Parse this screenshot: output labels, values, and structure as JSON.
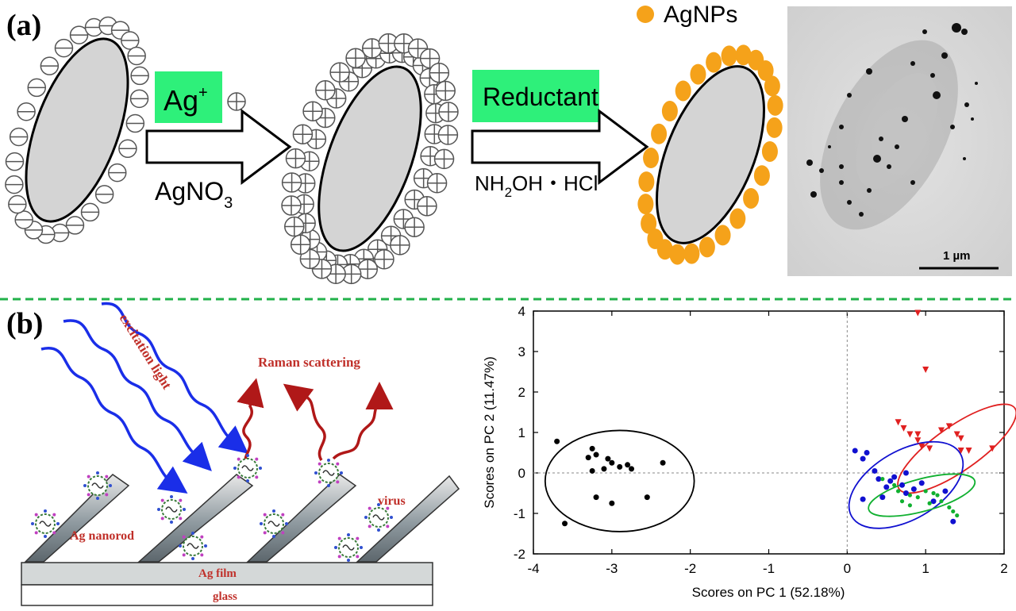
{
  "panel_a": {
    "label": "(a)",
    "ag_label": "Ag",
    "ag_sup": "+",
    "agno3_label": "AgNO",
    "agno3_sub": "3",
    "reductant_label": "Reductant",
    "nh2oh_a": "NH",
    "nh2oh_sub": "2",
    "nh2oh_b": "OH・HCl",
    "agnps_label": "AgNPs",
    "scale_bar": "1 µm",
    "colors": {
      "green_box": "#2ef07a",
      "agnp": "#f5a21a",
      "cell": "#d4d4d4"
    }
  },
  "panel_b": {
    "label": "(b)",
    "excitation": "excitation light",
    "raman": "Raman scattering",
    "virus": "virus",
    "nanorod": "Ag nanorod",
    "film": "Ag film",
    "glass": "glass",
    "colors": {
      "excitation": "#1a2ee8",
      "raman": "#b01818",
      "divider": "#22b24a"
    }
  },
  "chart_data": {
    "type": "scatter",
    "title": "",
    "xlabel": "Scores on PC 1 (52.18%)",
    "ylabel": "Scores on PC 2 (11.47%)",
    "xlim": [
      -4,
      2
    ],
    "ylim": [
      -2,
      4
    ],
    "xticks": [
      "-4",
      "-3",
      "-2",
      "-1",
      "0",
      "1",
      "2"
    ],
    "yticks": [
      "-2",
      "-1",
      "0",
      "1",
      "2",
      "3",
      "4"
    ],
    "grid": false,
    "series": [
      {
        "color": "#000000",
        "marker": "circle",
        "points": [
          [
            -3.7,
            0.78
          ],
          [
            -3.3,
            0.38
          ],
          [
            -3.2,
            0.45
          ],
          [
            -3.25,
            0.6
          ],
          [
            -3.05,
            0.35
          ],
          [
            -3.0,
            0.25
          ],
          [
            -2.9,
            0.15
          ],
          [
            -2.8,
            0.2
          ],
          [
            -2.75,
            0.1
          ],
          [
            -3.25,
            0.05
          ],
          [
            -3.2,
            -0.6
          ],
          [
            -3.0,
            -0.75
          ],
          [
            -2.55,
            -0.6
          ],
          [
            -2.35,
            0.25
          ],
          [
            -3.6,
            -1.25
          ],
          [
            -3.1,
            0.1
          ]
        ],
        "ellipse": {
          "cx": -2.9,
          "cy": -0.2,
          "rx": 0.95,
          "ry": 1.25,
          "angle": 0
        }
      },
      {
        "color": "#e02020",
        "marker": "triangle-down",
        "points": [
          [
            0.9,
            3.95
          ],
          [
            1.0,
            2.55
          ],
          [
            0.65,
            1.25
          ],
          [
            0.72,
            1.1
          ],
          [
            0.8,
            0.95
          ],
          [
            0.9,
            0.95
          ],
          [
            0.9,
            0.8
          ],
          [
            0.95,
            0.65
          ],
          [
            1.05,
            0.6
          ],
          [
            1.2,
            1.05
          ],
          [
            1.3,
            1.15
          ],
          [
            1.4,
            0.95
          ],
          [
            1.45,
            0.85
          ],
          [
            1.55,
            0.55
          ],
          [
            1.85,
            0.6
          ],
          [
            1.45,
            0.55
          ]
        ],
        "ellipse": {
          "cx": 1.4,
          "cy": 0.6,
          "rx": 0.9,
          "ry": 0.55,
          "angle": -35
        }
      },
      {
        "color": "#1010d0",
        "marker": "circle",
        "points": [
          [
            0.1,
            0.55
          ],
          [
            0.25,
            0.5
          ],
          [
            0.2,
            0.35
          ],
          [
            0.35,
            0.05
          ],
          [
            0.4,
            -0.15
          ],
          [
            0.5,
            -0.35
          ],
          [
            0.45,
            -0.6
          ],
          [
            0.55,
            -0.2
          ],
          [
            0.6,
            -0.1
          ],
          [
            0.7,
            -0.3
          ],
          [
            0.75,
            -0.5
          ],
          [
            0.85,
            -0.4
          ],
          [
            0.95,
            -0.25
          ],
          [
            0.75,
            0.0
          ],
          [
            1.25,
            -0.45
          ],
          [
            1.35,
            -1.2
          ],
          [
            1.1,
            -0.7
          ],
          [
            0.2,
            -0.65
          ]
        ],
        "ellipse": {
          "cx": 0.75,
          "cy": -0.3,
          "rx": 0.8,
          "ry": 0.85,
          "angle": -30
        }
      },
      {
        "color": "#10b030",
        "marker": "circle",
        "points": [
          [
            0.45,
            -0.15
          ],
          [
            0.6,
            -0.3
          ],
          [
            0.65,
            -0.45
          ],
          [
            0.8,
            -0.55
          ],
          [
            0.9,
            -0.6
          ],
          [
            1.0,
            -0.45
          ],
          [
            1.05,
            -0.75
          ],
          [
            1.1,
            -0.5
          ],
          [
            1.15,
            -0.55
          ],
          [
            1.2,
            -0.7
          ],
          [
            1.3,
            -0.85
          ],
          [
            1.35,
            -0.95
          ],
          [
            1.4,
            -1.05
          ],
          [
            0.8,
            -0.8
          ],
          [
            0.7,
            -0.7
          ]
        ],
        "ellipse": {
          "cx": 0.95,
          "cy": -0.55,
          "rx": 0.7,
          "ry": 0.4,
          "angle": -15
        }
      }
    ]
  }
}
